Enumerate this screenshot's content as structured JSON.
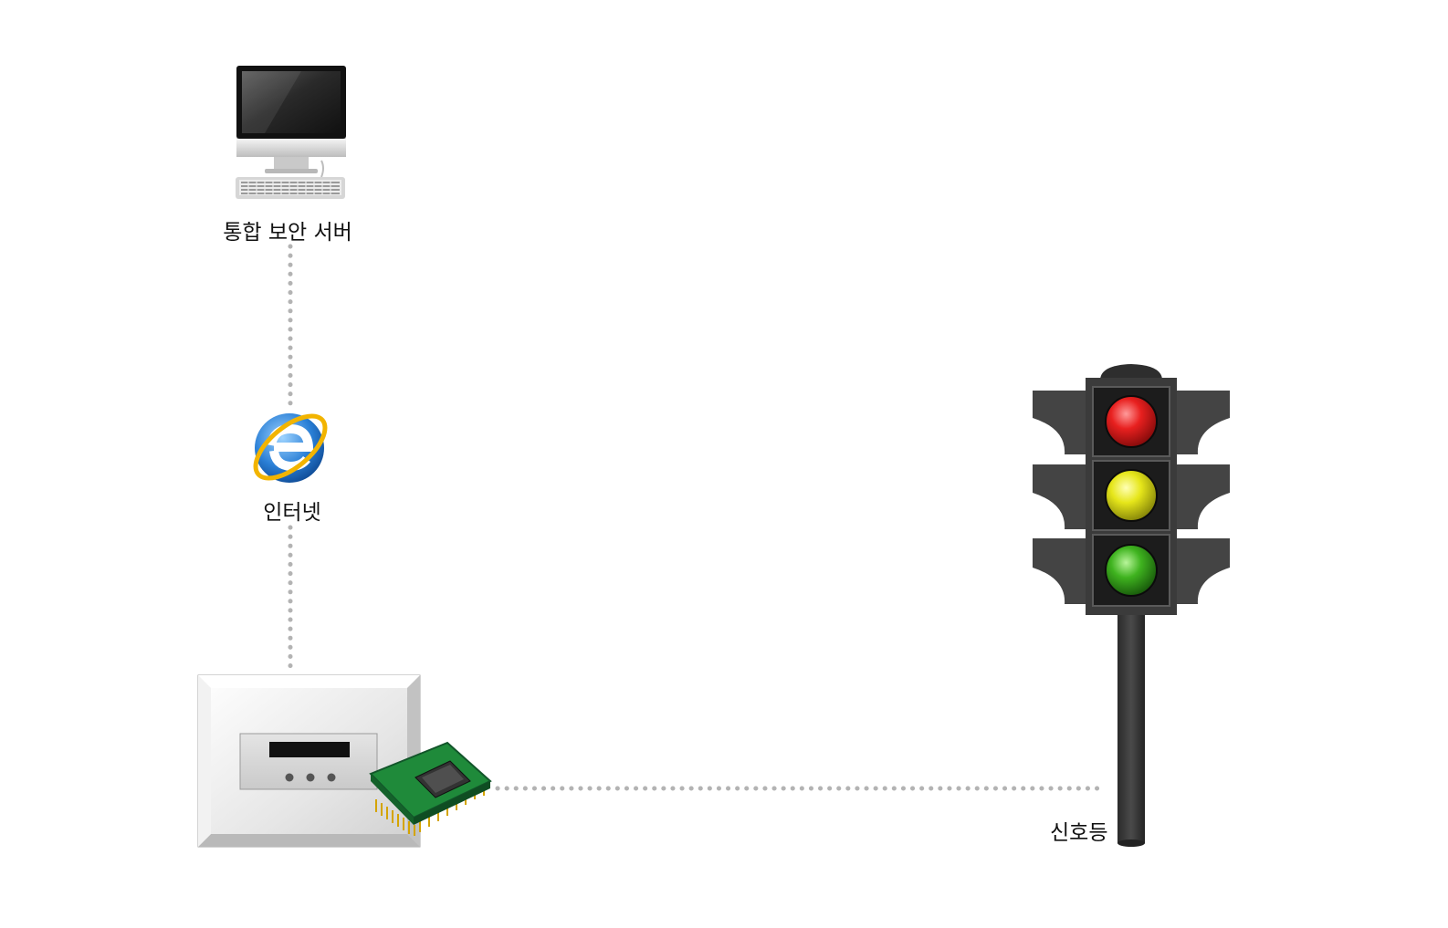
{
  "nodes": {
    "server": {
      "label": "통합 보안 서버",
      "icon": "desktop-computer-icon"
    },
    "internet": {
      "label": "인터넷",
      "icon": "internet-explorer-icon"
    },
    "controller": {
      "icon": "control-box-icon",
      "module_icon": "chip-module-icon"
    },
    "traffic_light": {
      "label": "신호등",
      "icon": "traffic-light-icon",
      "lamps": [
        "red",
        "yellow",
        "green"
      ]
    }
  },
  "connections": [
    {
      "from": "server",
      "to": "internet",
      "style": "dotted"
    },
    {
      "from": "internet",
      "to": "controller",
      "style": "dotted"
    },
    {
      "from": "controller",
      "to": "traffic_light",
      "style": "dotted"
    }
  ],
  "colors": {
    "connector": "#b3b3b3",
    "lamp_red": "#e8201f",
    "lamp_yellow": "#e6e61a",
    "lamp_green": "#3fb31f",
    "chip_board": "#1f8a3a",
    "traffic_light_body": "#3b3b3b"
  }
}
